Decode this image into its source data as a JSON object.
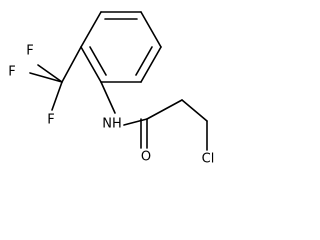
{
  "molecule": {
    "atoms": {
      "f1": "F",
      "f2": "F",
      "f3": "F",
      "nh": "NH",
      "o": "O",
      "cl": "Cl"
    }
  },
  "colors": {
    "bond": "#000000",
    "label": "#000000",
    "background": "#ffffff"
  }
}
